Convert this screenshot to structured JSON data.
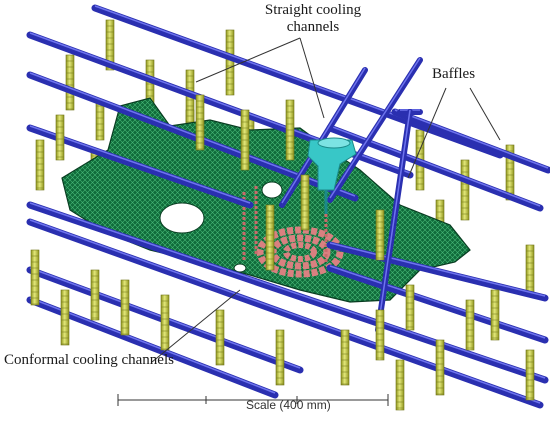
{
  "labels": {
    "straight_cooling": "Straight cooling channels",
    "baffles": "Baffles",
    "conformal_cooling": "Conformal cooling channels",
    "scale": "Scale (400 mm)"
  },
  "colors": {
    "cooling_pipe": "#2a2fb0",
    "baffle": "#c8cf4a",
    "mold_mesh": "#0f6b3a",
    "conformal": "#d98080",
    "nozzle": "#38c7c7",
    "leader": "#333333"
  }
}
